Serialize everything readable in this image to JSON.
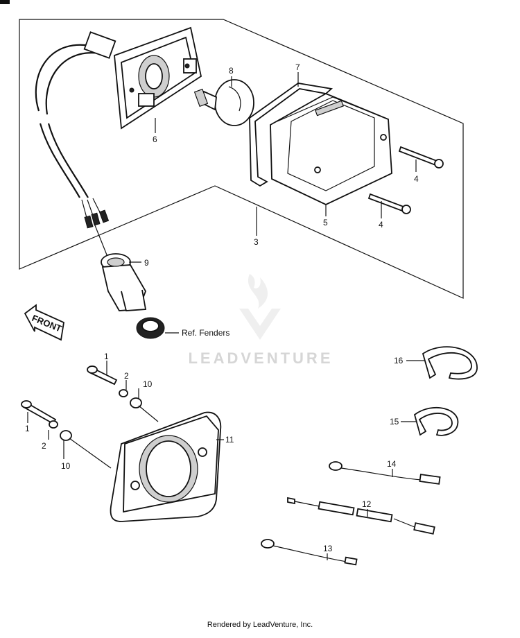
{
  "callouts": [
    {
      "id": "c6",
      "text": "6"
    },
    {
      "id": "c8",
      "text": "8"
    },
    {
      "id": "c7",
      "text": "7"
    },
    {
      "id": "c4a",
      "text": "4"
    },
    {
      "id": "c5",
      "text": "5"
    },
    {
      "id": "c4b",
      "text": "4"
    },
    {
      "id": "c3",
      "text": "3"
    },
    {
      "id": "c9",
      "text": "9"
    },
    {
      "id": "c1a",
      "text": "1"
    },
    {
      "id": "c2a",
      "text": "2"
    },
    {
      "id": "c10a",
      "text": "10"
    },
    {
      "id": "c1b",
      "text": "1"
    },
    {
      "id": "c2b",
      "text": "2"
    },
    {
      "id": "c10b",
      "text": "10"
    },
    {
      "id": "c11",
      "text": "11"
    },
    {
      "id": "c16",
      "text": "16"
    },
    {
      "id": "c15",
      "text": "15"
    },
    {
      "id": "c14",
      "text": "14"
    },
    {
      "id": "c12",
      "text": "12"
    },
    {
      "id": "c13",
      "text": "13"
    }
  ],
  "ref_label": "Ref. Fenders",
  "front_arrow_label": "FRONT",
  "watermark": "LEADVENTURE",
  "footer": "Rendered by LeadVenture, Inc."
}
